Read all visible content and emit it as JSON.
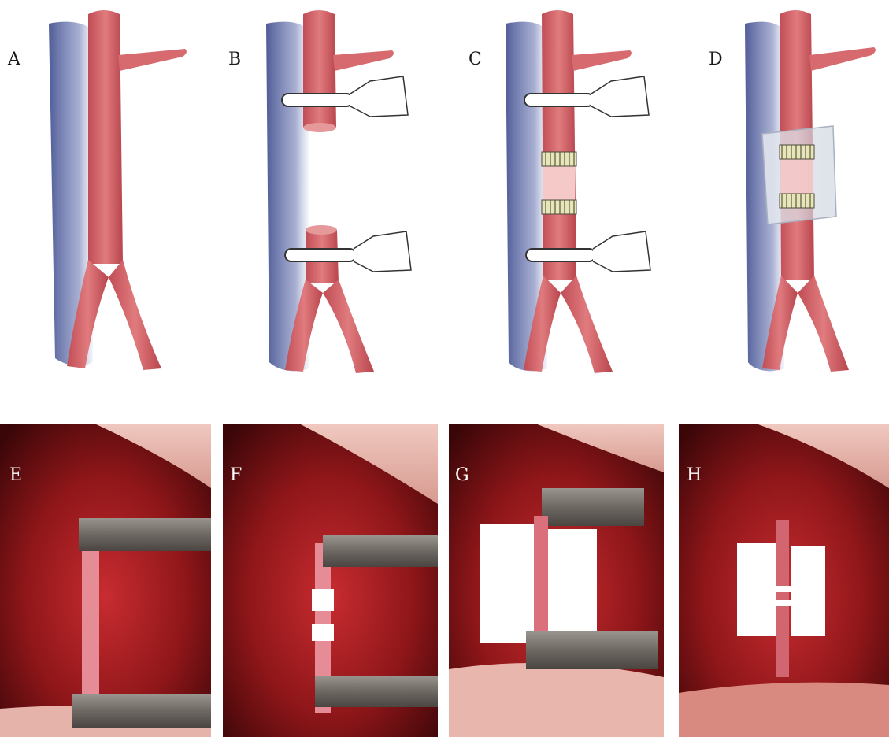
{
  "panels": [
    {
      "label": "A",
      "kind": "illustration",
      "stage": "intact-aorta"
    },
    {
      "label": "B",
      "kind": "illustration",
      "stage": "clamped-segment-excised"
    },
    {
      "label": "C",
      "kind": "illustration",
      "stage": "graft-sutured"
    },
    {
      "label": "D",
      "kind": "illustration",
      "stage": "graft-wrapped"
    },
    {
      "label": "E",
      "kind": "photo",
      "stage": "clamped-vessel"
    },
    {
      "label": "F",
      "kind": "photo",
      "stage": "graft-sutured"
    },
    {
      "label": "G",
      "kind": "photo",
      "stage": "wrap-applied"
    },
    {
      "label": "H",
      "kind": "photo",
      "stage": "wrap-closed"
    }
  ],
  "colors": {
    "artery": "#d4656a",
    "artery_dark": "#b24a50",
    "vein": "#4b5a9a",
    "graft": "#f2c4c4",
    "suture": "#d9d9a0",
    "clamp": "#7a7470",
    "tissue": "#9b1a1e",
    "tissue_dark": "#3a0608"
  }
}
